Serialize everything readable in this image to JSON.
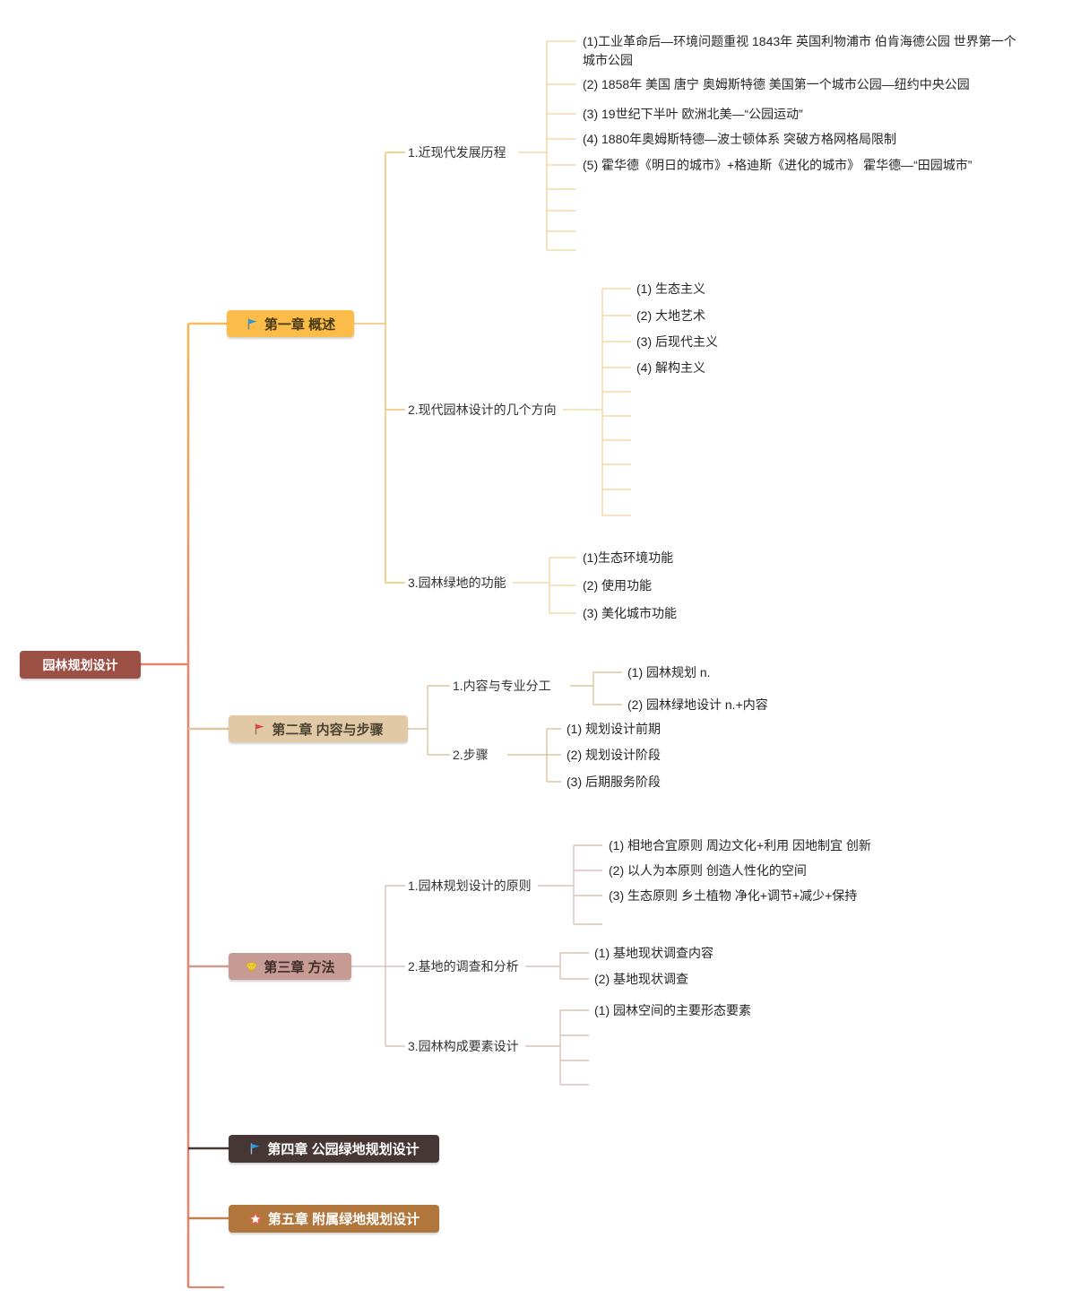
{
  "root": {
    "label": "园林规划设计"
  },
  "colors": {
    "root_bg": "#9C4F44",
    "spine": "#E8826B",
    "chapter1_bg": "#FBBC4A",
    "chapter2_bg": "#E2C9A5",
    "chapter3_bg": "#C69B94",
    "chapter4_bg": "#463634",
    "chapter5_bg": "#B0763C",
    "flag_blue": "#1E9BE9",
    "flag_red": "#E5403B",
    "gem_yellow": "#F9D53A",
    "star_stroke": "#E8614B"
  },
  "chapters": [
    {
      "label": "第一章 概述",
      "icon": "blue-flag-icon",
      "children": [
        {
          "label": "1.近现代发展历程",
          "leaves": [
            "(1)工业革命后—环境问题重视 1843年 英国利物浦市 伯肯海德公园 世界第一个城市公园",
            "(2) 1858年 美国 唐宁 奥姆斯特德 美国第一个城市公园—纽约中央公园",
            "(3) 19世纪下半叶 欧洲北美—“公园运动”",
            "(4) 1880年奥姆斯特德—波士顿体系 突破方格网格局限制",
            "(5) 霍华德《明日的城市》+格迪斯《进化的城市》 霍华德—“田园城市”"
          ]
        },
        {
          "label": "2.现代园林设计的几个方向",
          "leaves": [
            "(1) 生态主义",
            "(2) 大地艺术",
            "(3) 后现代主义",
            "(4) 解构主义"
          ]
        },
        {
          "label": "3.园林绿地的功能",
          "leaves": [
            "(1)生态环境功能",
            "(2) 使用功能",
            "(3) 美化城市功能"
          ]
        }
      ]
    },
    {
      "label": "第二章 内容与步骤",
      "icon": "red-flag-icon",
      "children": [
        {
          "label": "1.内容与专业分工",
          "leaves": [
            "(1) 园林规划 n.",
            "(2) 园林绿地设计 n.+内容"
          ]
        },
        {
          "label": "2.步骤",
          "leaves": [
            "(1) 规划设计前期",
            "(2) 规划设计阶段",
            "(3) 后期服务阶段"
          ]
        }
      ]
    },
    {
      "label": "第三章 方法",
      "icon": "gem-icon",
      "children": [
        {
          "label": "1.园林规划设计的原则",
          "leaves": [
            "(1) 相地合宜原则 周边文化+利用 因地制宜 创新",
            "(2) 以人为本原则 创造人性化的空间",
            "(3) 生态原则 乡土植物 净化+调节+减少+保持"
          ]
        },
        {
          "label": "2.基地的调查和分析",
          "leaves": [
            "(1) 基地现状调查内容",
            "(2) 基地现状调查"
          ]
        },
        {
          "label": "3.园林构成要素设计",
          "leaves": [
            "(1) 园林空间的主要形态要素"
          ]
        }
      ]
    },
    {
      "label": "第四章 公园绿地规划设计",
      "icon": "blue-flag-icon"
    },
    {
      "label": "第五章 附属绿地规划设计",
      "icon": "red-star-icon"
    }
  ]
}
